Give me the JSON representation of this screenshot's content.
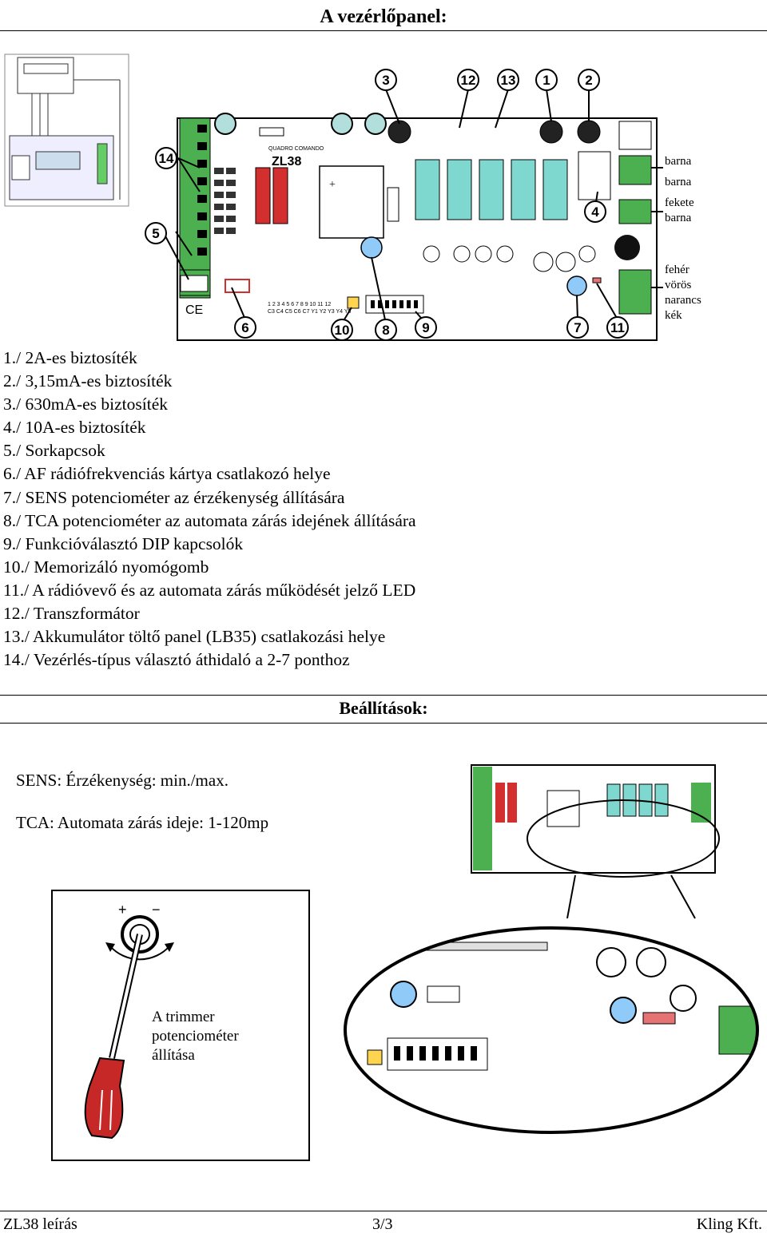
{
  "page": {
    "title": "A vezérlőpanel:",
    "board_label": "ZL38",
    "callouts": [
      "3",
      "12",
      "13",
      "1",
      "2",
      "14",
      "4",
      "5",
      "6",
      "10",
      "8",
      "9",
      "7",
      "11"
    ],
    "wire_colors": [
      "barna",
      "barna",
      "fekete",
      "barna",
      "fehér",
      "vörös",
      "narancs",
      "kék"
    ],
    "legend": [
      "1./ 2A-es biztosíték",
      "2./ 3,15mA-es biztosíték",
      "3./ 630mA-es biztosíték",
      "4./ 10A-es biztosíték",
      "5./ Sorkapcsok",
      "6./ AF rádiófrekvenciás kártya csatlakozó helye",
      "7./ SENS potenciométer az érzékenység állítására",
      "8./ TCA potenciométer az automata zárás idejének állítására",
      "9./ Funkcióválasztó DIP kapcsolók",
      "10./ Memorizáló nyomógomb",
      "11./ A rádióvevő és az automata zárás működését jelző LED",
      "12./ Transzformátor",
      "13./ Akkumulátor töltő panel (LB35) csatlakozási helye",
      "14./ Vezérlés-típus választó áthidaló a 2-7 ponthoz"
    ]
  },
  "settings": {
    "title": "Beállítások:",
    "sens": "SENS: Érzékenység: min./max.",
    "tca": "TCA: Automata zárás ideje: 1-120mp",
    "trimmer_caption": [
      "A trimmer",
      "potenciométer",
      "állítása"
    ],
    "plus": "+",
    "minus": "−"
  },
  "footer": {
    "left": "ZL38 leírás",
    "center": "3/3",
    "right": "Kling Kft."
  }
}
